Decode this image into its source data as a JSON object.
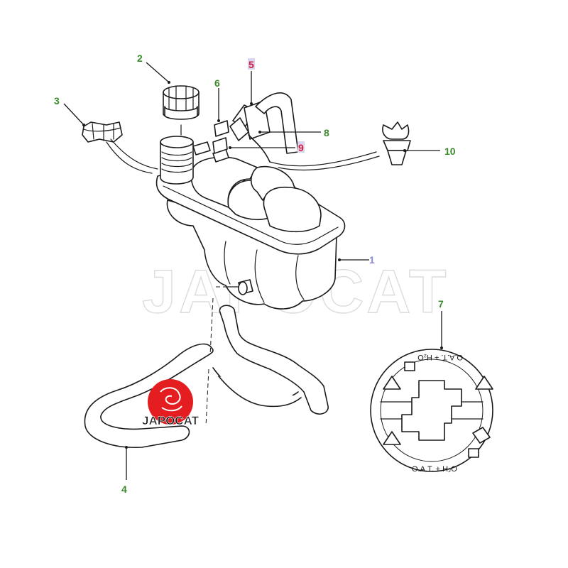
{
  "diagram": {
    "watermark": "JAPOCAT",
    "logo_text": "JAPOCAT",
    "callouts": [
      {
        "id": "1",
        "label": "1"
      },
      {
        "id": "2",
        "label": "2"
      },
      {
        "id": "3",
        "label": "3"
      },
      {
        "id": "4",
        "label": "4"
      },
      {
        "id": "5",
        "label": "5"
      },
      {
        "id": "6",
        "label": "6"
      },
      {
        "id": "7",
        "label": "7"
      },
      {
        "id": "8",
        "label": "8"
      },
      {
        "id": "9",
        "label": "9"
      },
      {
        "id": "10",
        "label": "10"
      }
    ],
    "decal": {
      "top_text": "O.A.T. + H₂O",
      "bottom_text": "O.A.T. + H₂O"
    },
    "colors": {
      "callout_green": "#3a8a2a",
      "callout_highlight": "#d21f3c",
      "callout_blue": "#8a8ad6",
      "logo_red": "#e41e20",
      "line": "#1a1a1a"
    }
  }
}
